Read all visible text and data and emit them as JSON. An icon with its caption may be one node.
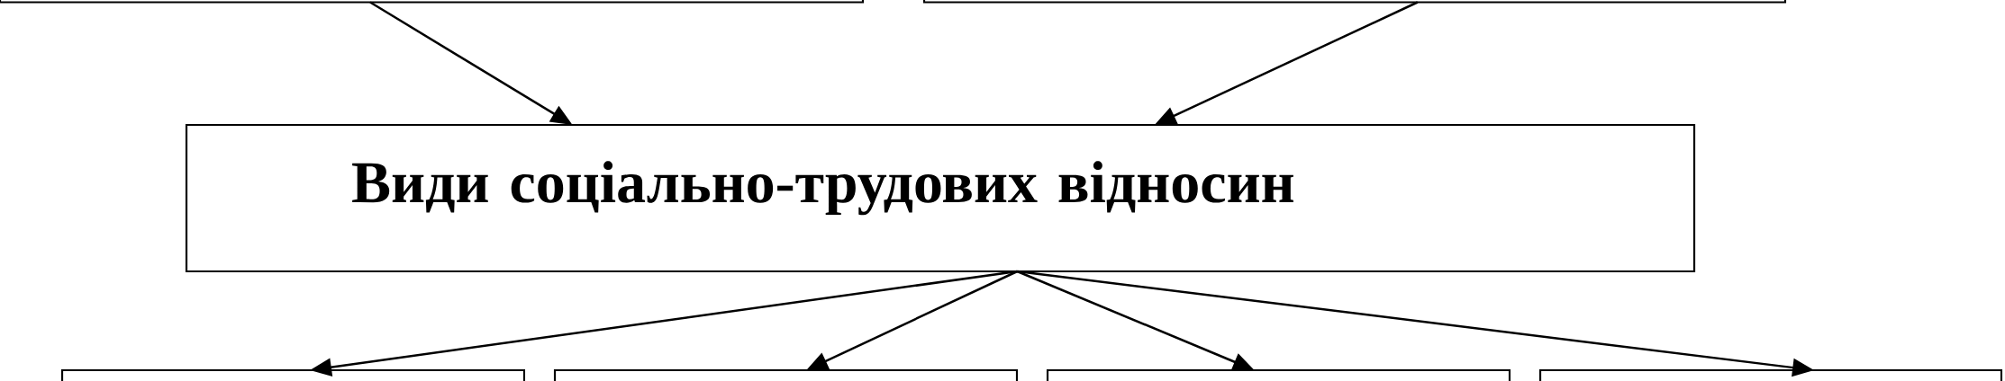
{
  "diagram": {
    "nodes": [
      {
        "text": [],
        "shape": "box"
      },
      {
        "text": [],
        "shape": "box"
      },
      {
        "text": [
          "Види соціально-трудових відносин"
        ]
      },
      {
        "text": [],
        "shape": "box"
      },
      {
        "text": [],
        "shape": "box"
      },
      {
        "text": [],
        "shape": "box"
      },
      {
        "text": [],
        "shape": "box"
      }
    ],
    "edges": [
      {
        "from": 0,
        "to": 2,
        "arrow": "to"
      },
      {
        "from": 1,
        "to": 2,
        "arrow": "to"
      },
      {
        "from": 2,
        "to": 3,
        "arrow": "to"
      },
      {
        "from": 2,
        "to": 4,
        "arrow": "to"
      },
      {
        "from": 2,
        "to": 5,
        "arrow": "to"
      },
      {
        "from": 2,
        "to": 6,
        "arrow": "to"
      }
    ]
  }
}
